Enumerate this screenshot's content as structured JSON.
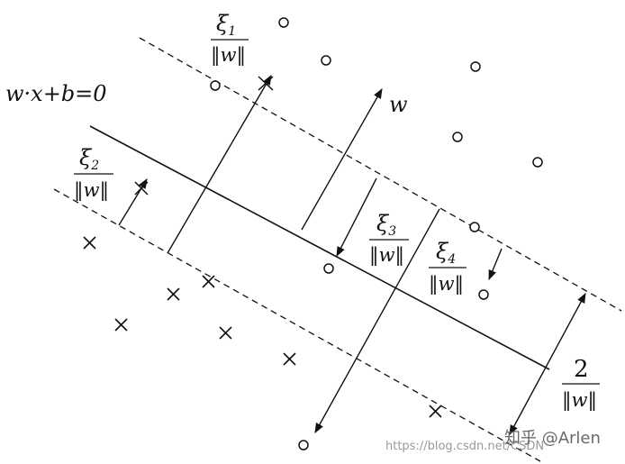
{
  "hyperplane_label": "w·x+b=0",
  "normal_label": "w",
  "xi_labels": [
    {
      "sym": "ξ",
      "sub": "1",
      "den": "‖w‖"
    },
    {
      "sym": "ξ",
      "sub": "2",
      "den": "‖w‖"
    },
    {
      "sym": "ξ",
      "sub": "3",
      "den": "‖w‖"
    },
    {
      "sym": "ξ",
      "sub": "4",
      "den": "‖w‖"
    }
  ],
  "margin_label": {
    "num": "2",
    "den": "‖w‖"
  },
  "watermark": {
    "url": "https://blog.csdn.net/CSDN",
    "brand": "知乎 @Arlen"
  },
  "colors": {
    "ink": "#111111",
    "background": "#ffffff",
    "watermark": "#9a9a9a"
  }
}
